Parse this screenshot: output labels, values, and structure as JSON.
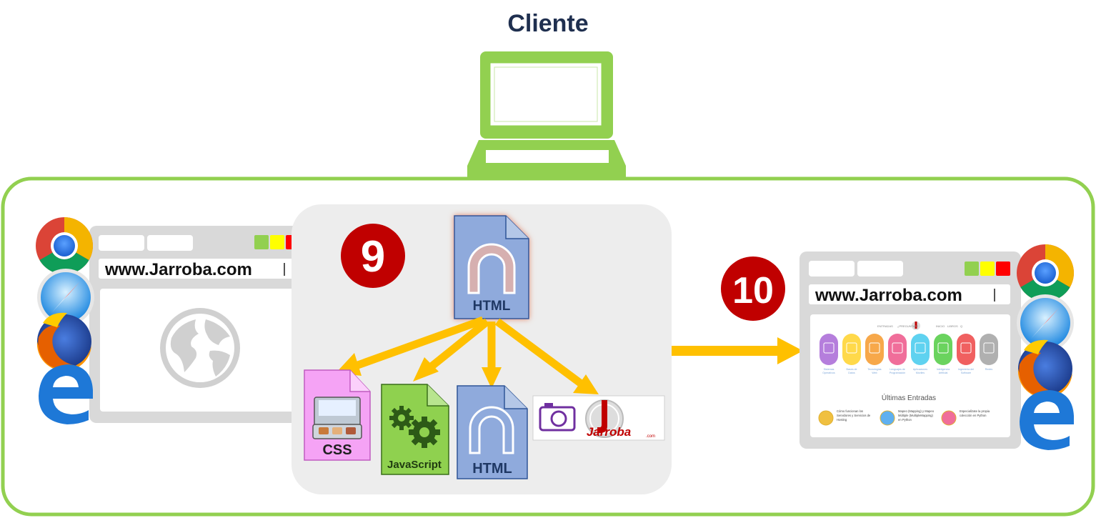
{
  "client": {
    "title": "Cliente"
  },
  "left_browser": {
    "url": "www.Jarroba.com"
  },
  "right_browser": {
    "url": "www.Jarroba.com",
    "nav_items": [
      "ENTRADAS",
      "¿PREGUNTAS?",
      "INICIO",
      "LIBROS",
      "Q"
    ],
    "categories": [
      {
        "label": "Sistemas Operativos",
        "color": "#b57edc"
      },
      {
        "label": "Bases de Datos",
        "color": "#ffd94a"
      },
      {
        "label": "Tecnologías Web",
        "color": "#f7a84a"
      },
      {
        "label": "Lenguajes de Programación",
        "color": "#f06e9a"
      },
      {
        "label": "Aplicaciones Móviles",
        "color": "#5fd2f0"
      },
      {
        "label": "Inteligencia Artificial",
        "color": "#6ad35e"
      },
      {
        "label": "Ingeniería del Software",
        "color": "#f06060"
      },
      {
        "label": "Redes",
        "color": "#b0b0b0"
      }
    ],
    "latest_title": "Últimas Entradas",
    "posts": [
      "Cómo funcionan los Servidores y Servicios de Hosting",
      "Mapeo (Mapping) y Mapeo Múltiple (MultipleMapping) en Python",
      "Especialízate la propia colección en Python"
    ]
  },
  "steps": {
    "step9": "9",
    "step10": "10"
  },
  "files": {
    "main": "HTML",
    "css": "CSS",
    "javascript": "JavaScript",
    "html": "HTML",
    "logo_text": "Jarroba",
    "logo_suffix": ".com"
  },
  "colors": {
    "green": "#92d050",
    "red": "#c00000",
    "arrow": "#ffc000",
    "html_blue": "#8faadc",
    "css_pink": "#f5a3f5",
    "js_green": "#8fd14f",
    "panel_gray": "#ededed",
    "window_gray": "#d9d9d9"
  },
  "icons": [
    "chrome-icon",
    "safari-icon",
    "firefox-icon",
    "edge-icon",
    "globe-icon",
    "gear-icon",
    "camera-icon",
    "arch-icon"
  ]
}
